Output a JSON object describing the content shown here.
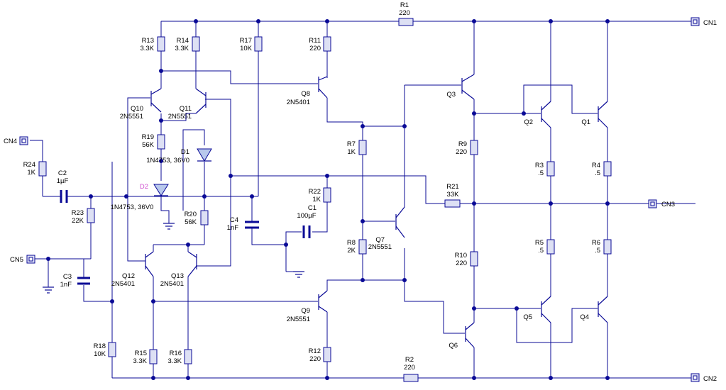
{
  "colors": {
    "wire": "#0a0a96",
    "label_light": "#d050d0",
    "resistor_fill": "#dde0f4"
  },
  "resistors": {
    "R1": {
      "name": "R1",
      "value": "220"
    },
    "R2": {
      "name": "R2",
      "value": "220"
    },
    "R3": {
      "name": "R3",
      "value": ".5"
    },
    "R4": {
      "name": "R4",
      "value": ".5"
    },
    "R5": {
      "name": "R5",
      "value": ".5"
    },
    "R6": {
      "name": "R6",
      "value": ".5"
    },
    "R7": {
      "name": "R7",
      "value": "1K"
    },
    "R8": {
      "name": "R8",
      "value": "2K"
    },
    "R9": {
      "name": "R9",
      "value": "220"
    },
    "R10": {
      "name": "R10",
      "value": "220"
    },
    "R11": {
      "name": "R11",
      "value": "220"
    },
    "R12": {
      "name": "R12",
      "value": "220"
    },
    "R13": {
      "name": "R13",
      "value": "3.3K"
    },
    "R14": {
      "name": "R14",
      "value": "3.3K"
    },
    "R15": {
      "name": "R15",
      "value": "3.3K"
    },
    "R16": {
      "name": "R16",
      "value": "3.3K"
    },
    "R17": {
      "name": "R17",
      "value": "10K"
    },
    "R18": {
      "name": "R18",
      "value": "10K"
    },
    "R19": {
      "name": "R19",
      "value": "56K"
    },
    "R20": {
      "name": "R20",
      "value": "56K"
    },
    "R21": {
      "name": "R21",
      "value": "33K"
    },
    "R22": {
      "name": "R22",
      "value": "1K"
    },
    "R23": {
      "name": "R23",
      "value": "22K"
    },
    "R24": {
      "name": "R24",
      "value": "1K"
    }
  },
  "capacitors": {
    "C1": {
      "name": "C1",
      "value": "100µF"
    },
    "C2": {
      "name": "C2",
      "value": "1µF"
    },
    "C3": {
      "name": "C3",
      "value": "1nF"
    },
    "C4": {
      "name": "C4",
      "value": "1nF"
    }
  },
  "transistors": {
    "Q1": {
      "name": "Q1",
      "part": ""
    },
    "Q2": {
      "name": "Q2",
      "part": ""
    },
    "Q3": {
      "name": "Q3",
      "part": ""
    },
    "Q4": {
      "name": "Q4",
      "part": ""
    },
    "Q5": {
      "name": "Q5",
      "part": ""
    },
    "Q6": {
      "name": "Q6",
      "part": ""
    },
    "Q7": {
      "name": "Q7",
      "part": "2N5551"
    },
    "Q8": {
      "name": "Q8",
      "part": "2N5401"
    },
    "Q9": {
      "name": "Q9",
      "part": "2N5551"
    },
    "Q10": {
      "name": "Q10",
      "part": "2N5551"
    },
    "Q11": {
      "name": "Q11",
      "part": "2N5551"
    },
    "Q12": {
      "name": "Q12",
      "part": "2N5401"
    },
    "Q13": {
      "name": "Q13",
      "part": "2N5401"
    }
  },
  "diodes": {
    "D1": {
      "name": "D1",
      "part": "1N4753, 36V0"
    },
    "D2": {
      "name": "D2",
      "part": "1N4753, 36V0"
    }
  },
  "connectors": {
    "CN1": "CN1",
    "CN2": "CN2",
    "CN3": "CN3",
    "CN4": "CN4",
    "CN5": "CN5"
  }
}
